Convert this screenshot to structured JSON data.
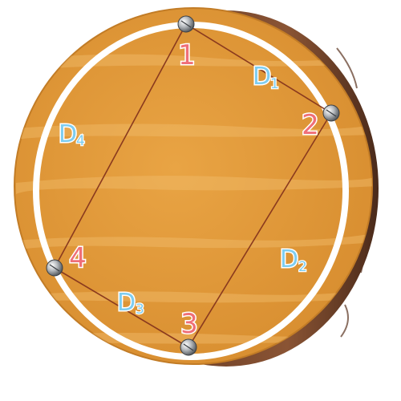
{
  "board": {
    "face_color": "#e29a3a",
    "edge_color": "#6b3e26",
    "band_color": "#ffffff",
    "string_color": "#8a3a1e"
  },
  "pins": [
    {
      "label": "1"
    },
    {
      "label": "2"
    },
    {
      "label": "3"
    },
    {
      "label": "4"
    }
  ],
  "regions": [
    {
      "letter": "D",
      "sub": "1"
    },
    {
      "letter": "D",
      "sub": "2"
    },
    {
      "letter": "D",
      "sub": "3"
    },
    {
      "letter": "D",
      "sub": "4"
    }
  ]
}
